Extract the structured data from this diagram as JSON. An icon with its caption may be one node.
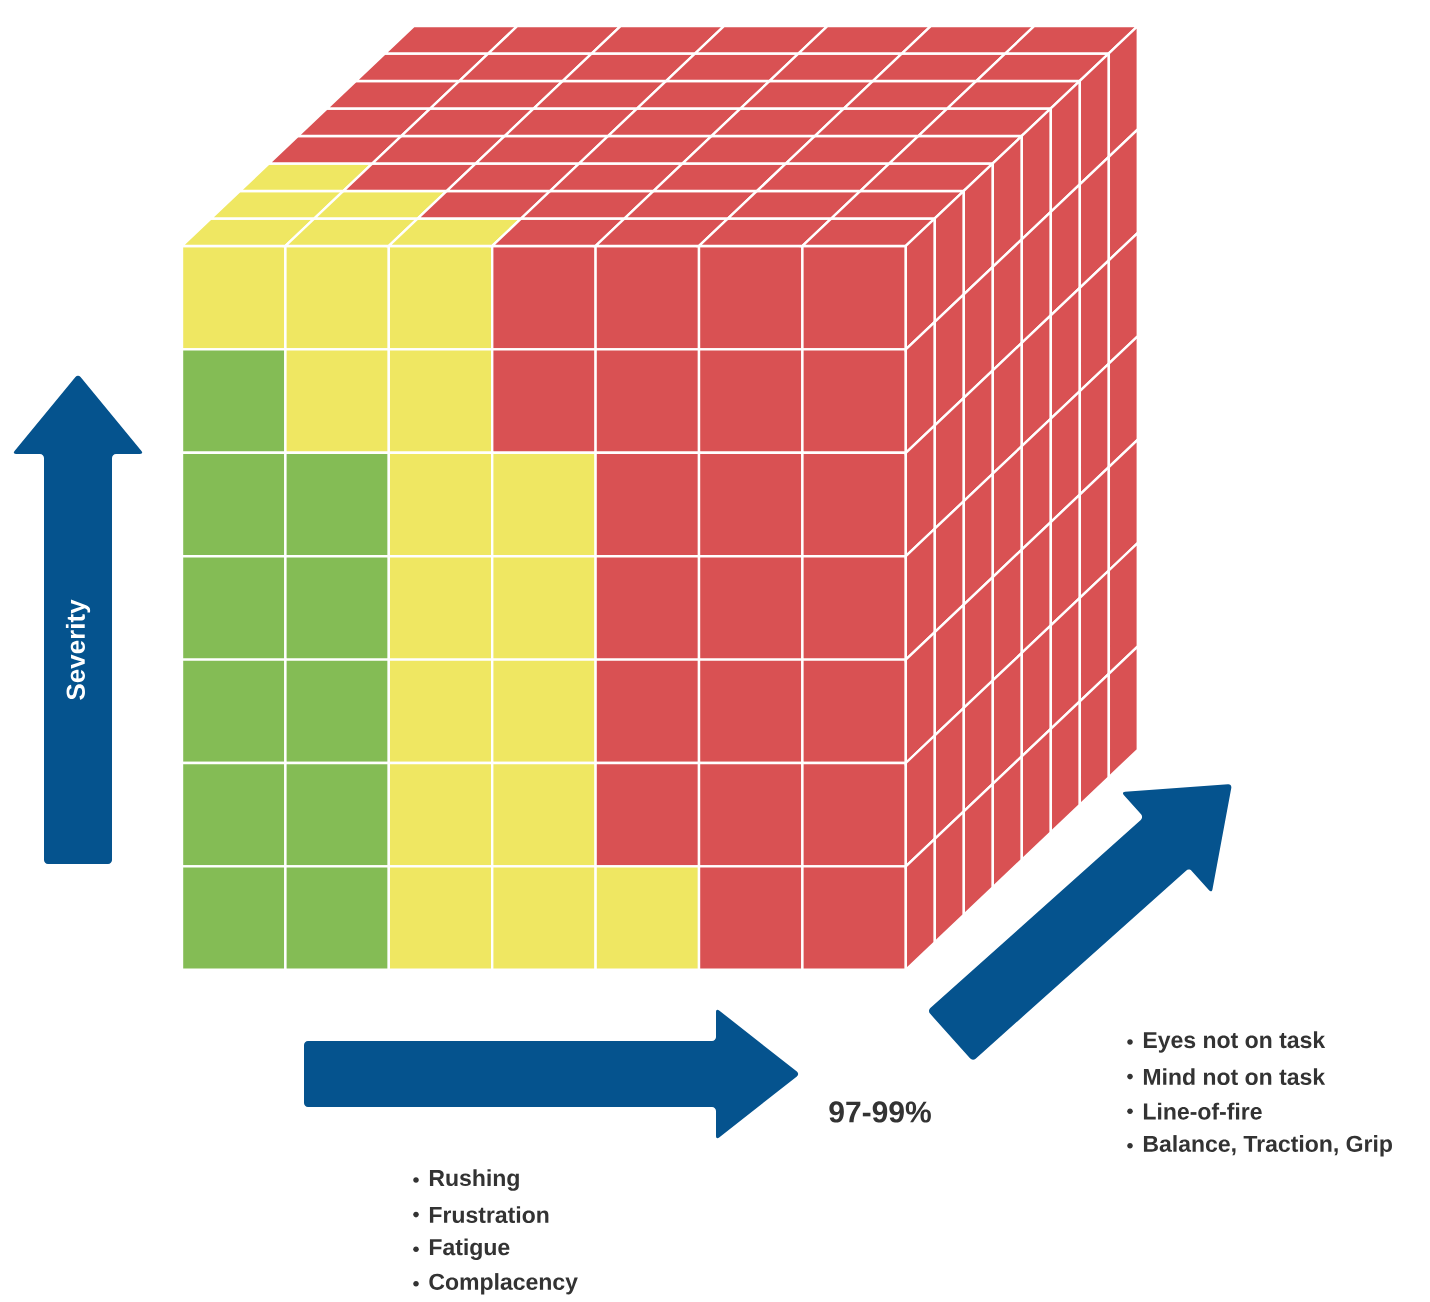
{
  "diagram": {
    "nodes": [
      {
        "text": [
          "Severity"
        ]
      }
    ],
    "labels": [
      "97-99%",
      "Eyes not on task",
      "Mind not on task",
      "Line-of-fire",
      "Balance, Traction, Grip",
      "Rushing",
      "Frustration",
      "Fatigue",
      "Complacency"
    ]
  }
}
